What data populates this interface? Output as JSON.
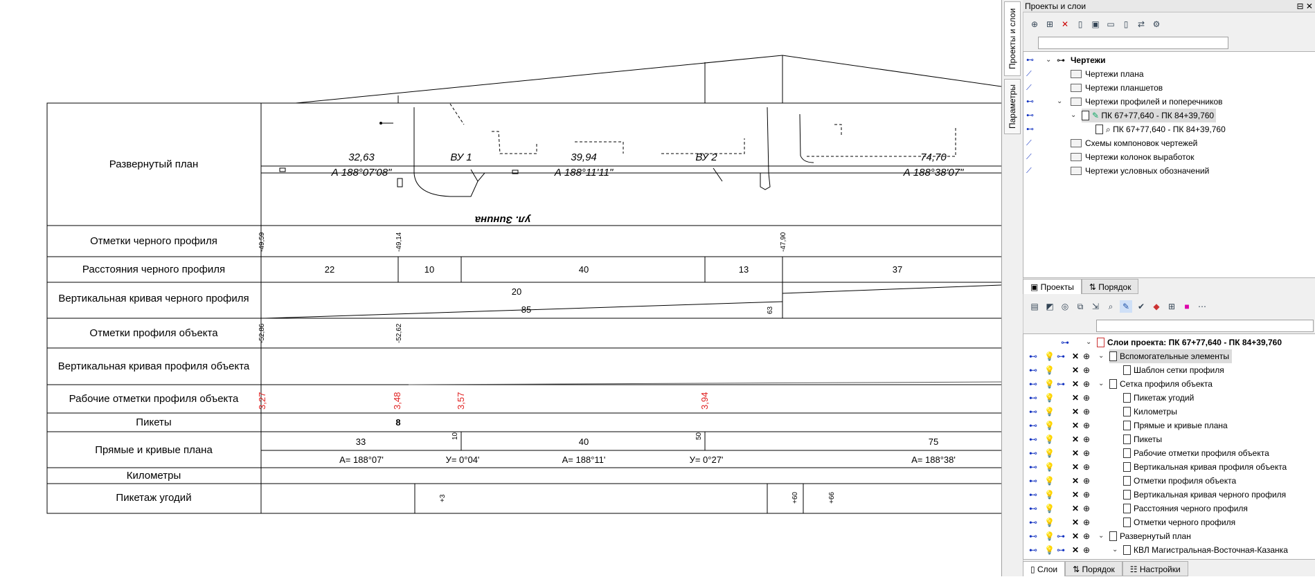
{
  "drawing": {
    "rows": [
      {
        "label": "Развернутый план"
      },
      {
        "label": "Отметки черного профиля"
      },
      {
        "label": "Расстояния черного профиля"
      },
      {
        "label": "Вертикальная кривая черного профиля"
      },
      {
        "label": "Отметки профиля объекта"
      },
      {
        "label": "Вертикальная кривая профиля объекта"
      },
      {
        "label": "Рабочие отметки профиля объекта"
      },
      {
        "label": "Пикеты"
      },
      {
        "label": "Прямые и кривые плана"
      },
      {
        "label": "Километры"
      },
      {
        "label": "Пикетаж угодий"
      }
    ],
    "plan": {
      "dist1": "32,63",
      "angle1": "А  188°07'08\"",
      "vu1": "ВУ 1",
      "dist2": "39,94",
      "angle2": "А  188°11'11\"",
      "vu2": "ВУ 2",
      "dist3": "74,70",
      "angle3": "А  188°38'07\"",
      "street": "ул. Зинина"
    },
    "black_marks": [
      "-49,59",
      "-49,14",
      "-47,90"
    ],
    "black_dist": [
      "22",
      "10",
      "40",
      "13",
      "37"
    ],
    "vcurve_black": {
      "top": "20",
      "bottom": "85",
      "side": "63"
    },
    "obj_marks": [
      "-52,86",
      "-52,62"
    ],
    "work_marks": [
      "3,27",
      "3,48",
      "3,57",
      "3,94"
    ],
    "piket": "8",
    "plan_lines": {
      "top": [
        "33",
        "10",
        "40",
        "50",
        "75"
      ],
      "bottom": [
        "А= 188°07'",
        "У= 0°04'",
        "А= 188°11'",
        "У= 0°27'",
        "А= 188°38'"
      ]
    },
    "land": [
      "+3",
      "+60",
      "+66"
    ]
  },
  "panel": {
    "vtab_projects": "Проекты и слои",
    "vtab_params": "Параметры",
    "title": "Проекты и слои",
    "title_btns": "⊟ ✕",
    "tree": {
      "root": "Чертежи",
      "items": [
        "Чертежи плана",
        "Чертежи планшетов",
        "Чертежи профилей и поперечников",
        "ПК 67+77,640 - ПК 84+39,760",
        "ПК 67+77,640 - ПК 84+39,760",
        "Схемы компоновок чертежей",
        "Чертежи колонок выработок",
        "Чертежи условных обозначений"
      ]
    },
    "mid_tabs": [
      "Проекты",
      "Порядок"
    ],
    "layers": {
      "root": "Слои проекта: ПК 67+77,640 - ПК 84+39,760",
      "items": [
        "Вспомогательные элементы",
        "Шаблон сетки профиля",
        "Сетка профиля объекта",
        "Пикетаж угодий",
        "Километры",
        "Прямые и кривые плана",
        "Пикеты",
        "Рабочие отметки профиля объекта",
        "Вертикальная кривая профиля объекта",
        "Отметки профиля объекта",
        "Вертикальная кривая черного профиля",
        "Расстояния черного профиля",
        "Отметки черного профиля",
        "Развернутый план",
        "КВЛ Магистральная-Восточная-Казанка"
      ]
    },
    "bottom_tabs": [
      "Слои",
      "Порядок",
      "Настройки"
    ]
  },
  "colors": {
    "red": "#e02020",
    "tree_blue": "#1030c0",
    "bulb": "#d6c000"
  }
}
